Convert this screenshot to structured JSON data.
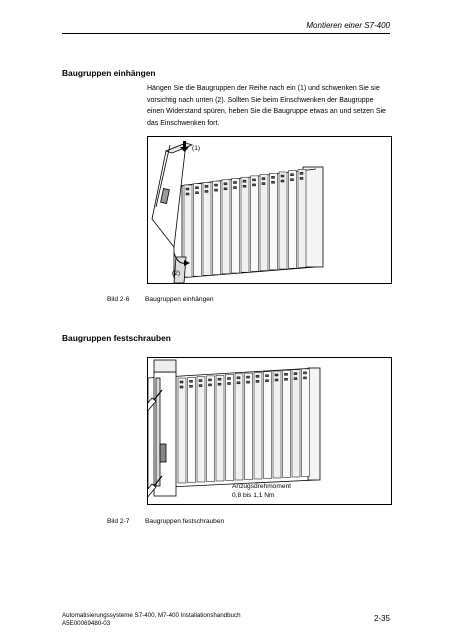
{
  "header": {
    "title": "Montieren einer S7-400"
  },
  "section1": {
    "heading": "Baugruppen einhängen",
    "body": "Hängen Sie die Baugruppen der Reihe nach ein (1) und schwenken Sie sie vorsichtig nach unten (2). Sollten Sie beim Einschwenken der Baugruppe einen Widerstand spüren, heben Sie die Baugruppe etwas an und setzen Sie das Einschwenken fort.",
    "figure": {
      "label_1": "(1)",
      "label_2": "(2)"
    },
    "caption_number": "Bild 2-6",
    "caption_text": "Baugruppen einhängen"
  },
  "section2": {
    "heading": "Baugruppen festschrauben",
    "figure": {
      "torque_line1": "Anzugsdrehmoment",
      "torque_line2": "0,8 bis 1,1 Nm"
    },
    "caption_number": "Bild 2-7",
    "caption_text": "Baugruppen festschrauben"
  },
  "footer": {
    "line1": "Automatisierungssysteme S7-400, M7-400 Installationshandbuch",
    "line2": "A5E00069480-03",
    "page": "2-35"
  }
}
